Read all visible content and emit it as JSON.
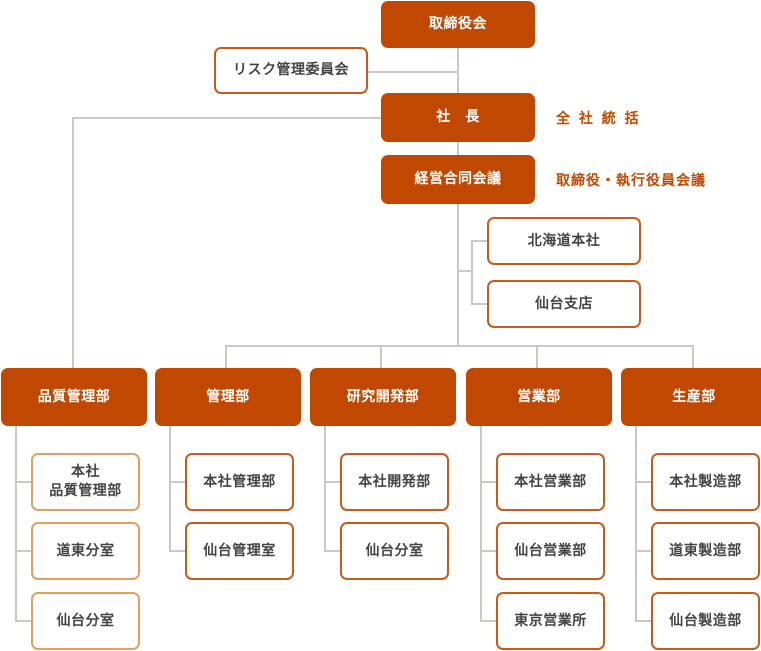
{
  "colors": {
    "primary": "#c14800",
    "outline": "#c75a1c",
    "outline_light": "#e0a060",
    "connector": "#c8c8c8"
  },
  "top": {
    "board": "取締役会",
    "risk_committee": "リスク管理委員会",
    "president": "社　長",
    "president_note": "全 社 統 括",
    "management_meeting": "経営合同会議",
    "management_meeting_note": "取締役・執行役員会議"
  },
  "offices": [
    "北海道本社",
    "仙台支店"
  ],
  "departments": [
    {
      "name": "品質管理部",
      "children": [
        "本社\n品質管理部",
        "道東分室",
        "仙台分室"
      ]
    },
    {
      "name": "管理部",
      "children": [
        "本社管理部",
        "仙台管理室"
      ]
    },
    {
      "name": "研究開発部",
      "children": [
        "本社開発部",
        "仙台分室"
      ]
    },
    {
      "name": "営業部",
      "children": [
        "本社営業部",
        "仙台営業部",
        "東京営業所"
      ]
    },
    {
      "name": "生産部",
      "children": [
        "本社製造部",
        "道東製造部",
        "仙台製造部"
      ]
    }
  ]
}
